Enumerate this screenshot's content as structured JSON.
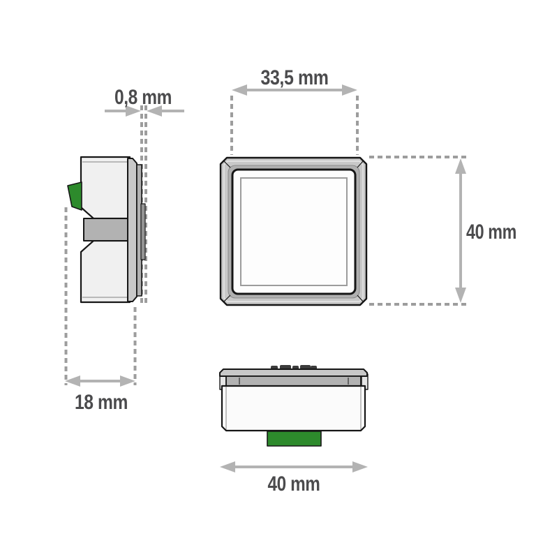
{
  "dimensions": {
    "bezel_protrusion": "0,8 mm",
    "front_face_width": "33,5 mm",
    "front_height": "40 mm",
    "mounting_depth": "18 mm",
    "overall_width": "40 mm"
  },
  "colors": {
    "accent_green": "#2d8a2c",
    "housing_gray": "#c8c8c8",
    "mid_gray": "#b2b2b2",
    "outline_black": "#161616",
    "dimension_line_gray": "#b3b3b3",
    "dashed_line_gray": "#9d9d9d",
    "label_gray": "#4b4b4d",
    "background": "#ffffff"
  }
}
